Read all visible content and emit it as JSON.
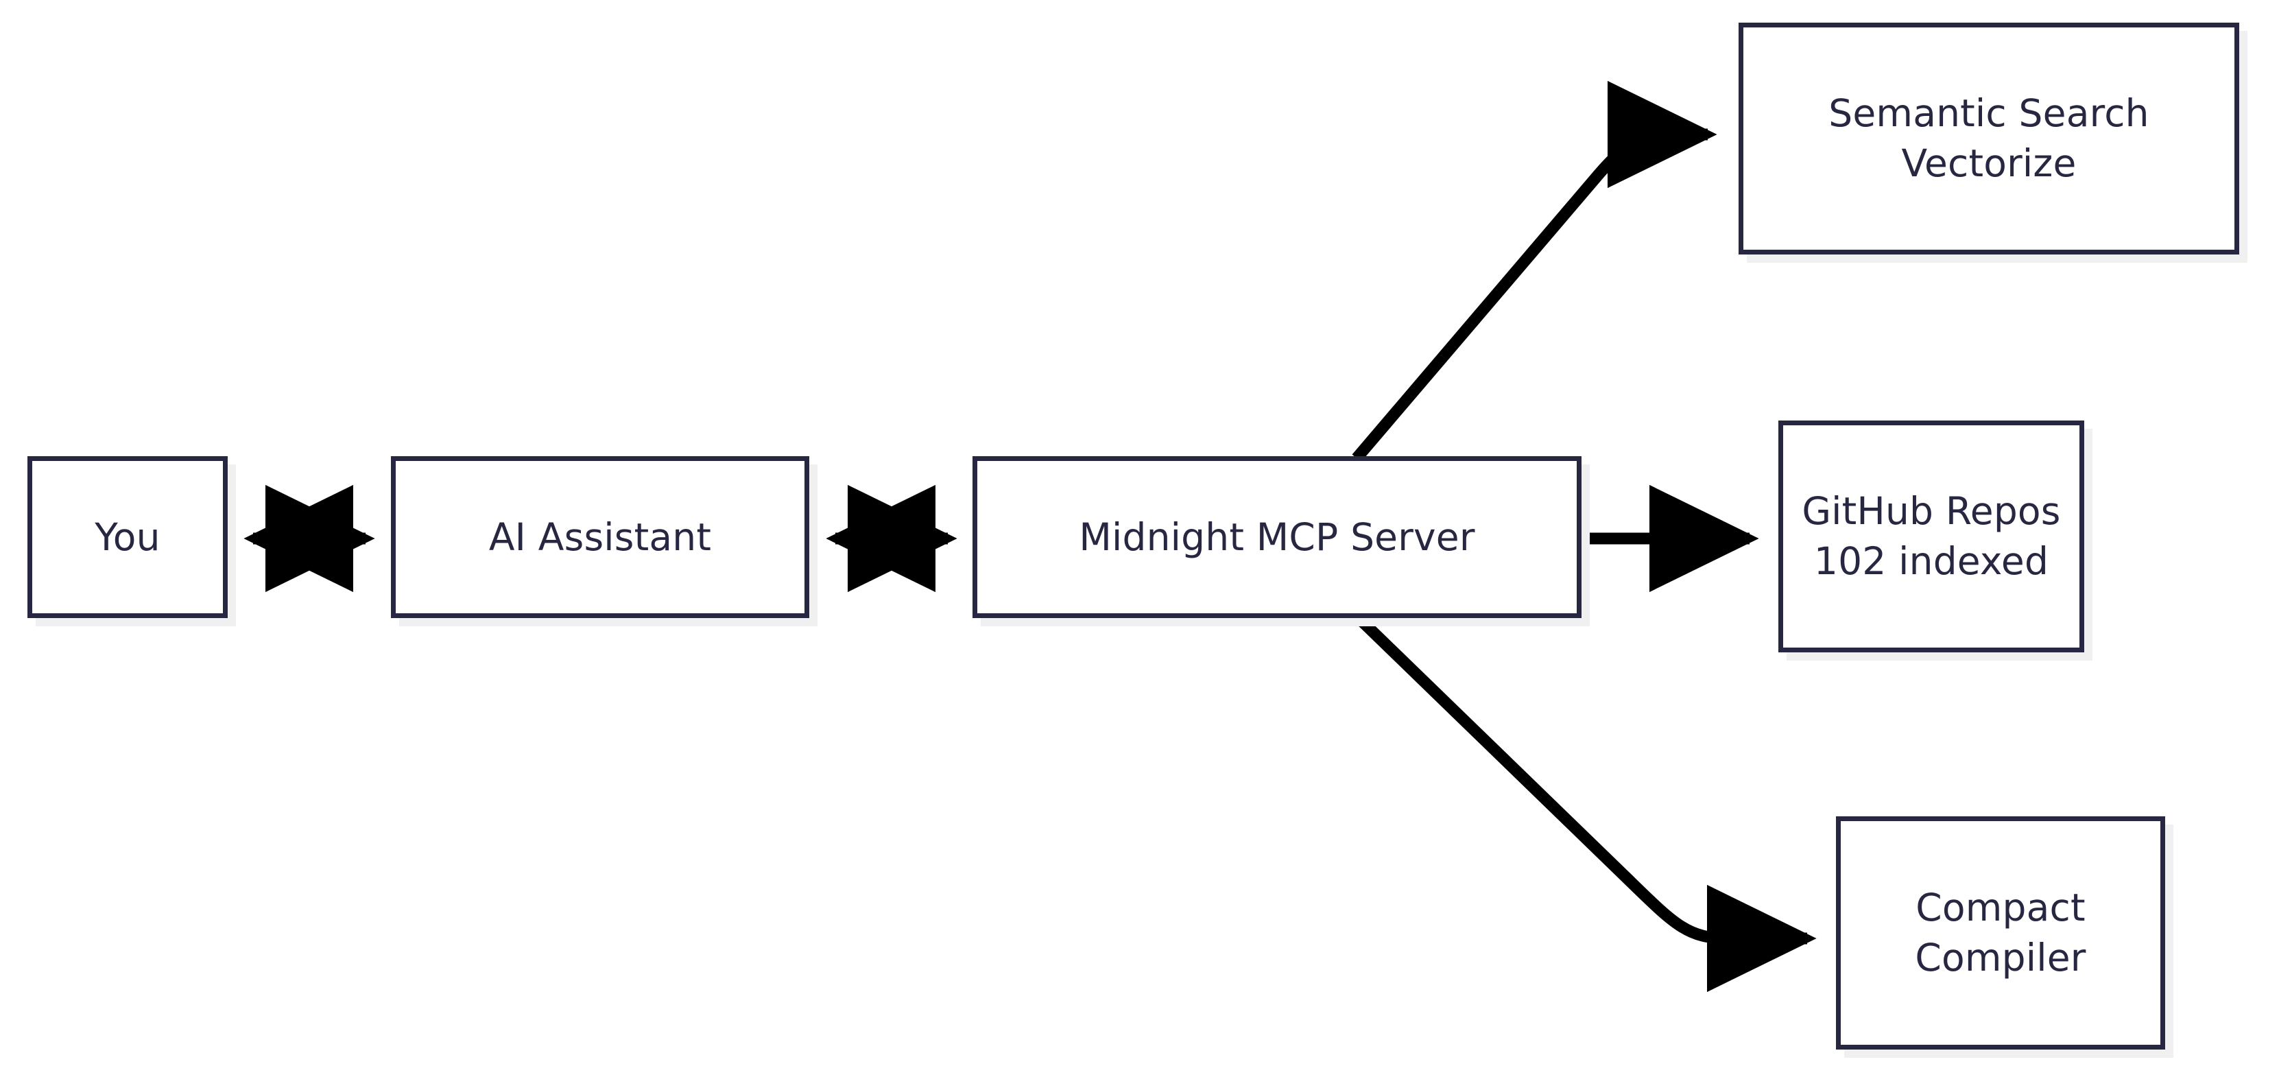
{
  "diagram": {
    "type": "flowchart",
    "orientation": "left-to-right",
    "background_color": "#ffffff",
    "node_border_color": "#272742",
    "node_fill_color": "#ffffff",
    "node_shadow_color": "#f0f0f0",
    "edge_color": "#000000",
    "nodes": [
      {
        "id": "you",
        "label_lines": [
          "You"
        ]
      },
      {
        "id": "assistant",
        "label_lines": [
          "AI Assistant"
        ]
      },
      {
        "id": "mcp",
        "label_lines": [
          "Midnight MCP Server"
        ]
      },
      {
        "id": "semantic",
        "label_lines": [
          "Semantic Search",
          "Vectorize"
        ]
      },
      {
        "id": "github",
        "label_lines": [
          "GitHub Repos",
          "102 indexed"
        ]
      },
      {
        "id": "compact",
        "label_lines": [
          "Compact",
          "Compiler"
        ]
      }
    ],
    "edges": [
      {
        "id": "you-assistant",
        "from": "you",
        "to": "assistant",
        "direction": "bidirectional",
        "style": "straight"
      },
      {
        "id": "assistant-mcp",
        "from": "assistant",
        "to": "mcp",
        "direction": "bidirectional",
        "style": "straight"
      },
      {
        "id": "mcp-semantic",
        "from": "mcp",
        "to": "semantic",
        "direction": "forward",
        "style": "curved"
      },
      {
        "id": "mcp-github",
        "from": "mcp",
        "to": "github",
        "direction": "forward",
        "style": "straight"
      },
      {
        "id": "mcp-compact",
        "from": "mcp",
        "to": "compact",
        "direction": "forward",
        "style": "curved"
      }
    ]
  },
  "labels": {
    "you_1": "You",
    "assistant_1": "AI Assistant",
    "mcp_1": "Midnight MCP Server",
    "semantic_1": "Semantic Search",
    "semantic_2": "Vectorize",
    "github_1": "GitHub Repos",
    "github_2": "102 indexed",
    "compact_1": "Compact",
    "compact_2": "Compiler"
  }
}
